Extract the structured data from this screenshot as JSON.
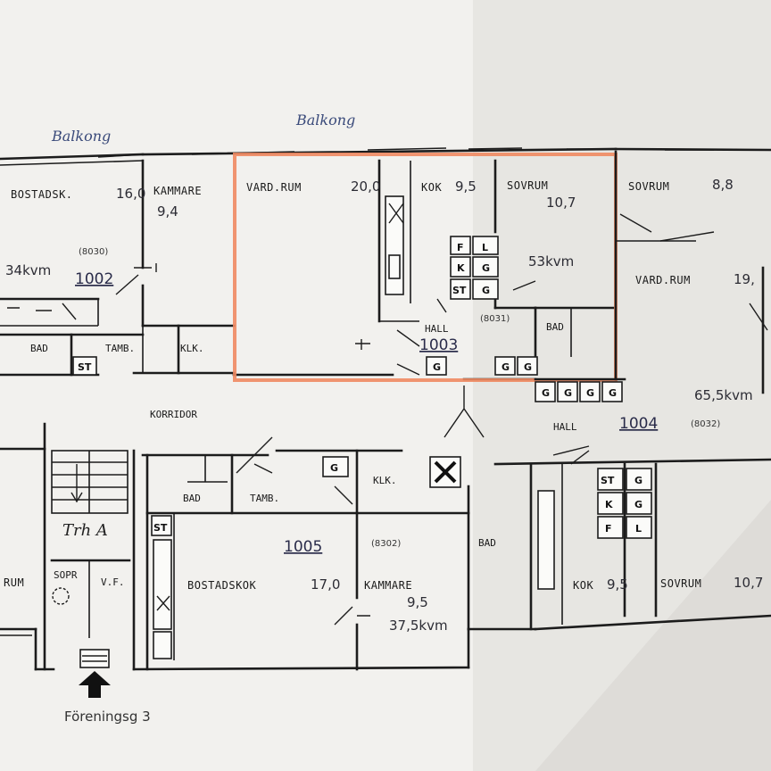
{
  "balconies": [
    "Balkong",
    "Balkong"
  ],
  "corridor": "KORRIDOR",
  "stairwell": "Trh A",
  "street": "Föreningsg 3",
  "units": [
    {
      "number": "1002",
      "code": "(8030)",
      "area": "34kvm",
      "rooms": [
        {
          "name": "BOSTADSK.",
          "size": "16,0"
        },
        {
          "name": "KAMMARE",
          "size": "9,4"
        },
        {
          "name": "BAD"
        },
        {
          "name": "TAMB."
        },
        {
          "name": "KLK."
        }
      ]
    },
    {
      "number": "1003",
      "code": "(8031)",
      "area": "53kvm",
      "highlighted": true,
      "rooms": [
        {
          "name": "VARD.RUM",
          "size": "20,0"
        },
        {
          "name": "KOK",
          "size": "9,5"
        },
        {
          "name": "SOVRUM",
          "size": "10,7"
        },
        {
          "name": "HALL"
        },
        {
          "name": "BAD"
        }
      ]
    },
    {
      "number": "1004",
      "code": "(8032)",
      "area": "65,5kvm",
      "rooms": [
        {
          "name": "SOVRUM",
          "size": "8,8"
        },
        {
          "name": "VARD.RUM",
          "size": "19,"
        },
        {
          "name": "HALL"
        },
        {
          "name": "BAD"
        },
        {
          "name": "KOK",
          "size": "9,5"
        },
        {
          "name": "SOVRUM",
          "size": "10,7"
        }
      ]
    },
    {
      "number": "1005",
      "code": "(8302)",
      "area": "37,5kvm",
      "rooms": [
        {
          "name": "BAD"
        },
        {
          "name": "TAMB."
        },
        {
          "name": "KLK."
        },
        {
          "name": "BOSTADSKOK",
          "size": "17,0"
        },
        {
          "name": "KAMMARE",
          "size": "9,5"
        }
      ]
    }
  ],
  "misc_labels": {
    "left_room": "RUM",
    "sopr": "SOPR",
    "vf": "V.F.",
    "st": "ST"
  },
  "fixtures": {
    "fridge": "F",
    "stove": "K",
    "freezer": "L",
    "cabinet": "G",
    "st": "ST"
  },
  "colors": {
    "highlight": "#f08a62",
    "ink": "#1c1c1c",
    "pen": "#3a4a7a"
  },
  "icons": {
    "entrance": "entrance-arrow-icon",
    "lift": "elevator-icon"
  }
}
